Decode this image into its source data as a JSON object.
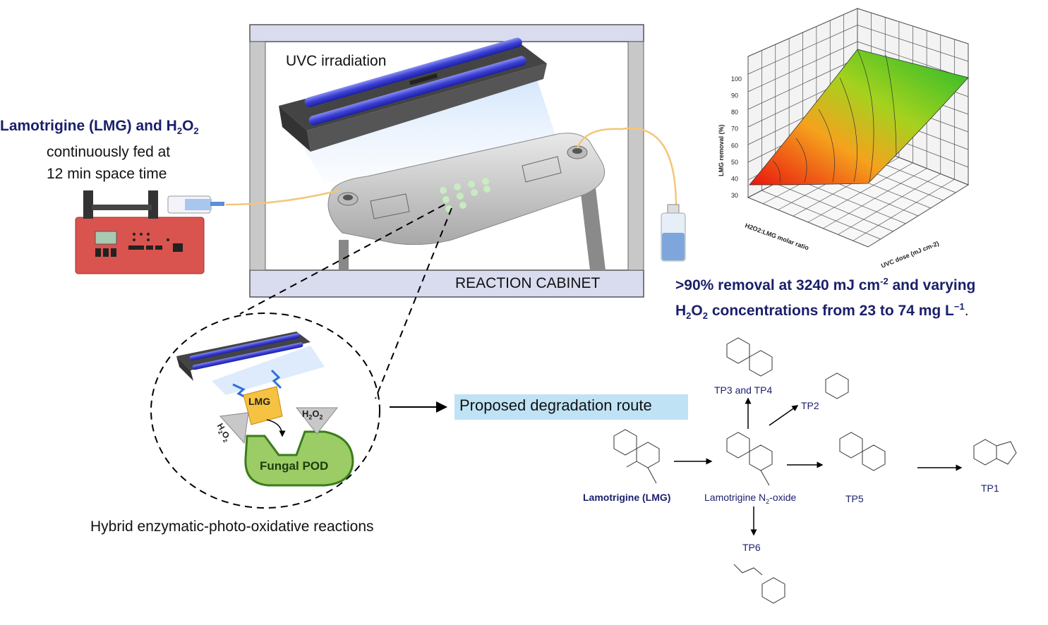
{
  "feed": {
    "title_prefix": "Lamotrigine (LMG) and H",
    "title_sub": "2",
    "title_o": "O",
    "title_sub2": "2",
    "line1": "continuously fed at",
    "line2": "12 min space time"
  },
  "cabinet": {
    "uvc_label": "UVC irradiation",
    "cabinet_label": "REACTION CABINET"
  },
  "zoom": {
    "lmg": "LMG",
    "h2o2_h": "H",
    "h2o2_2a": "2",
    "h2o2_o": "O",
    "h2o2_2b": "2",
    "enzyme": "Fungal POD",
    "caption": "Hybrid enzymatic-photo-oxidative reactions"
  },
  "route": {
    "label": "Proposed degradation route"
  },
  "plot": {
    "zlabel": "LMG removal (%)",
    "xlabel": "H2O2:LMG molar ratio",
    "ylabel": "UVC dose (mJ cm-2)",
    "zticks": [
      "100",
      "90",
      "80",
      "70",
      "60",
      "50",
      "40",
      "30"
    ]
  },
  "result": {
    "line1_a": ">90% removal at 3240 mJ cm",
    "line1_sup": "-2",
    "line1_b": " and varying",
    "line2_a": "H",
    "line2_s1": "2",
    "line2_b": "O",
    "line2_s2": "2",
    "line2_c": " concentrations from 23 to 74 mg L",
    "line2_sup": "−1",
    "line2_d": "."
  },
  "pathway": {
    "lmg": "Lamotrigine (LMG)",
    "n2oxide_a": "Lamotrigine N",
    "n2oxide_sub": "2",
    "n2oxide_b": "-oxide",
    "tp34": "TP3 and TP4",
    "tp2": "TP2",
    "tp5": "TP5",
    "tp1": "TP1",
    "tp6": "TP6"
  },
  "colors": {
    "navy": "#1a1f6b",
    "route_bg": "#bfe3f5",
    "cabinet_frame": "#d9dcef",
    "pump": "#d9534f",
    "enzyme": "#9ccc65",
    "lmg_box": "#f5c242"
  }
}
